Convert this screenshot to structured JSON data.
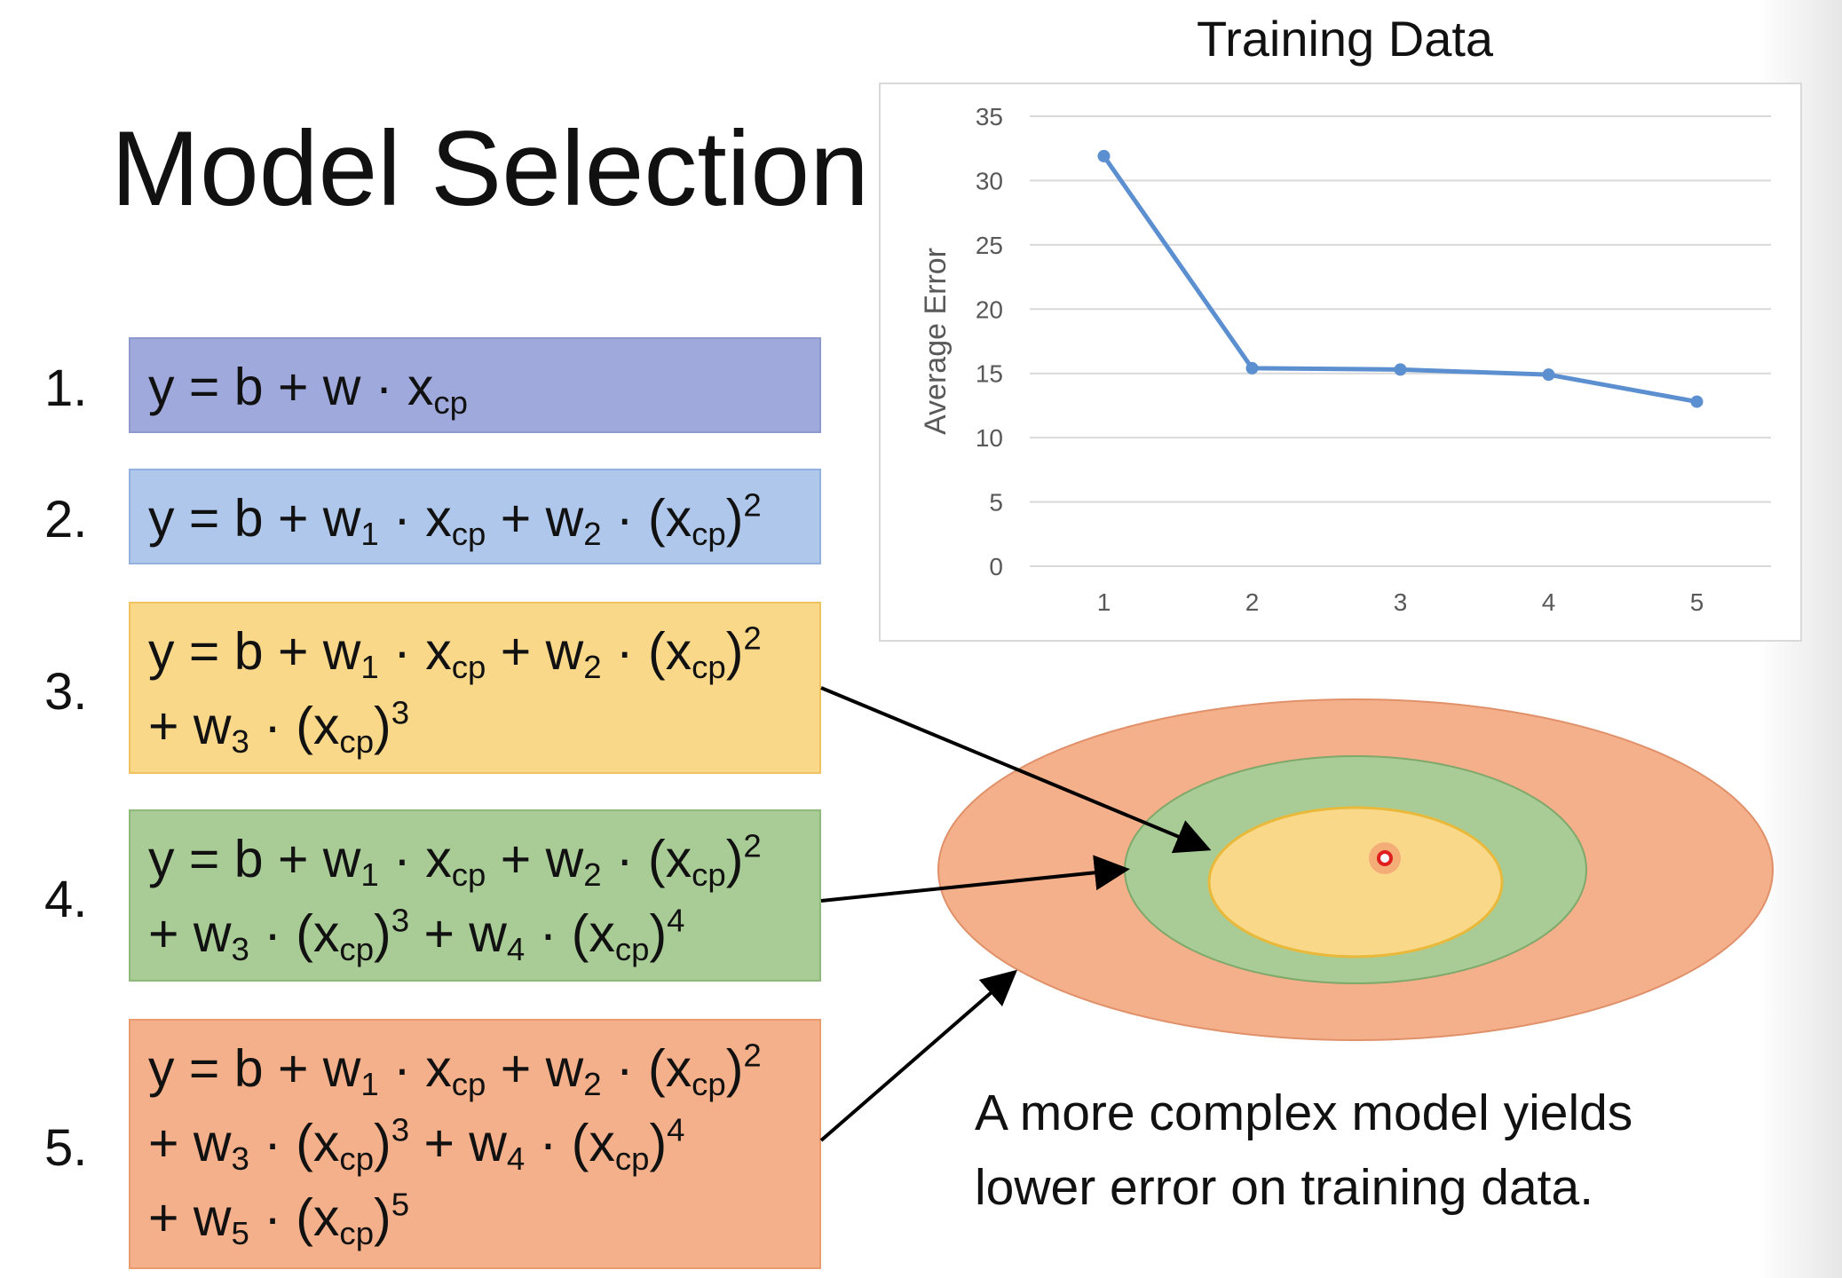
{
  "slide": {
    "title": "Model Selection",
    "caption_line1": "A more complex model yields",
    "caption_line2": "lower error on training data."
  },
  "models": [
    {
      "number": "1.",
      "color": "#9fa9dc"
    },
    {
      "number": "2.",
      "color": "#aec7ea"
    },
    {
      "number": "3.",
      "color": "#fad88a"
    },
    {
      "number": "4.",
      "color": "#a9cc96"
    },
    {
      "number": "5.",
      "color": "#f4b08a"
    }
  ],
  "equation_parts": {
    "y": "y",
    "eq": " = b + w ",
    "eq_indexed": " = b + w",
    "dot": " · ",
    "x": "x",
    "cp": "cp",
    "plus": " + ",
    "plus_w": " + w",
    "w": "w",
    "open": "(",
    "close": ")",
    "one": "1",
    "two": "2",
    "three": "3",
    "four": "4",
    "five": "5"
  },
  "chart_data": {
    "type": "line",
    "title": "Training Data",
    "xlabel": "",
    "ylabel": "Average Error",
    "categories": [
      "1",
      "2",
      "3",
      "4",
      "5"
    ],
    "series": [
      {
        "values": [
          31.9,
          15.4,
          15.3,
          14.9,
          12.8
        ],
        "color": "#5b8fd0"
      }
    ],
    "ylim": [
      0,
      35
    ],
    "yticks": [
      0,
      5,
      10,
      15,
      20,
      25,
      30,
      35
    ],
    "grid": true,
    "legend": "none"
  },
  "diagram": {
    "type": "nested-ellipses",
    "colors": {
      "outer": "#f4b08a",
      "middle": "#a9cc96",
      "inner": "#fad88a",
      "target": "#e02020"
    }
  }
}
